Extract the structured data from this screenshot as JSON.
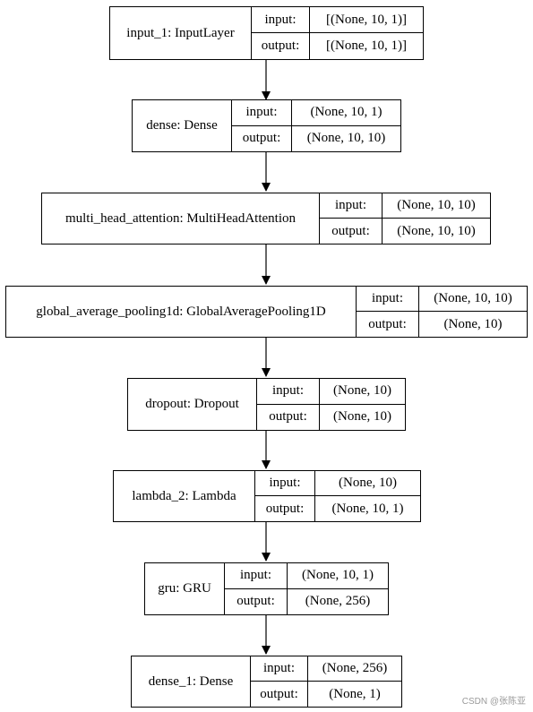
{
  "layers": [
    {
      "name": "input_1: InputLayer",
      "input_label": "input:",
      "input_value": "[(None, 10, 1)]",
      "output_label": "output:",
      "output_value": "[(None, 10, 1)]"
    },
    {
      "name": "dense: Dense",
      "input_label": "input:",
      "input_value": "(None, 10, 1)",
      "output_label": "output:",
      "output_value": "(None, 10, 10)"
    },
    {
      "name": "multi_head_attention: MultiHeadAttention",
      "input_label": "input:",
      "input_value": "(None, 10, 10)",
      "output_label": "output:",
      "output_value": "(None, 10, 10)"
    },
    {
      "name": "global_average_pooling1d: GlobalAveragePooling1D",
      "input_label": "input:",
      "input_value": "(None, 10, 10)",
      "output_label": "output:",
      "output_value": "(None, 10)"
    },
    {
      "name": "dropout: Dropout",
      "input_label": "input:",
      "input_value": "(None, 10)",
      "output_label": "output:",
      "output_value": "(None, 10)"
    },
    {
      "name": "lambda_2: Lambda",
      "input_label": "input:",
      "input_value": "(None, 10)",
      "output_label": "output:",
      "output_value": "(None, 10, 1)"
    },
    {
      "name": "gru: GRU",
      "input_label": "input:",
      "input_value": "(None, 10, 1)",
      "output_label": "output:",
      "output_value": "(None, 256)"
    },
    {
      "name": "dense_1: Dense",
      "input_label": "input:",
      "input_value": "(None, 256)",
      "output_label": "output:",
      "output_value": "(None, 1)"
    }
  ],
  "watermark": "CSDN @张陈亚"
}
